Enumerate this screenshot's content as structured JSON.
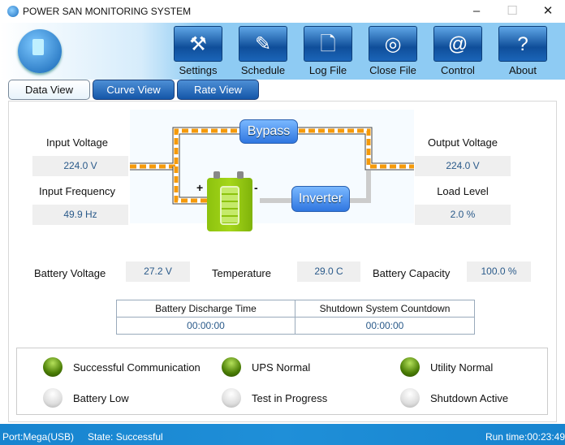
{
  "window": {
    "title": "POWER SAN MONITORING SYSTEM",
    "minimize": "–",
    "maximize": "☐",
    "close": "✕"
  },
  "toolbar": [
    {
      "label": "Settings",
      "icon": "hammer-icon",
      "glyph": "⚒"
    },
    {
      "label": "Schedule",
      "icon": "schedule-icon",
      "glyph": "✎"
    },
    {
      "label": "Log File",
      "icon": "document-icon",
      "glyph": "🗋"
    },
    {
      "label": "Close File",
      "icon": "disc-icon",
      "glyph": "◎"
    },
    {
      "label": "Control",
      "icon": "at-icon",
      "glyph": "@"
    },
    {
      "label": "About",
      "icon": "question-icon",
      "glyph": "?"
    }
  ],
  "tabs": [
    "Data View",
    "Curve View",
    "Rate View"
  ],
  "diagram": {
    "bypass": "Bypass",
    "inverter": "Inverter",
    "plus": "+",
    "minus": "-"
  },
  "input_voltage": {
    "label": "Input Voltage",
    "value": "224.0 V"
  },
  "input_frequency": {
    "label": "Input Frequency",
    "value": "49.9 Hz"
  },
  "output_voltage": {
    "label": "Output Voltage",
    "value": "224.0 V"
  },
  "load_level": {
    "label": "Load Level",
    "value": "2.0 %"
  },
  "battery_voltage": {
    "label": "Battery Voltage",
    "value": "27.2 V"
  },
  "temperature": {
    "label": "Temperature",
    "value": "29.0 C"
  },
  "battery_capacity": {
    "label": "Battery Capacity",
    "value": "100.0 %"
  },
  "times": {
    "discharge_label": "Battery Discharge Time",
    "discharge_value": "00:00:00",
    "shutdown_label": "Shutdown System Countdown",
    "shutdown_value": "00:00:00"
  },
  "indicators": [
    {
      "label": "Successful Communication",
      "on": true
    },
    {
      "label": "UPS Normal",
      "on": true
    },
    {
      "label": "Utility Normal",
      "on": true
    },
    {
      "label": "Battery Low",
      "on": false
    },
    {
      "label": "Test in Progress",
      "on": false
    },
    {
      "label": "Shutdown Active",
      "on": false
    }
  ],
  "status": {
    "port": "Port:Mega(USB)",
    "state": "State: Successful",
    "runtime": "Run time:00:23:49"
  }
}
